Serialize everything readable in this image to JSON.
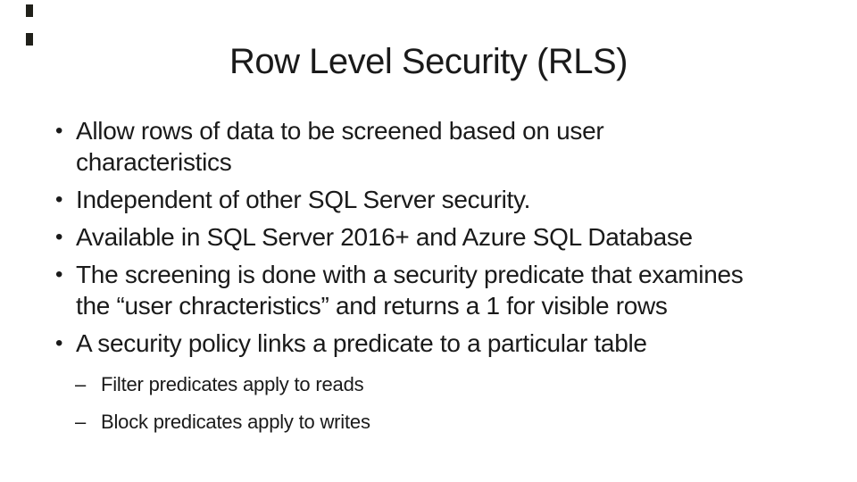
{
  "slide": {
    "title": "Row Level Security (RLS)",
    "bullet_marker": "•",
    "sub_bullet_marker": "–",
    "bullets": [
      {
        "lines": [
          "Allow rows of data to be screened based on user",
          "characteristics"
        ]
      },
      {
        "lines": [
          "Independent of other SQL Server security."
        ]
      },
      {
        "lines": [
          "Available in SQL Server 2016+ and Azure SQL Database"
        ]
      },
      {
        "lines": [
          "The screening is done with a security predicate that examines",
          "the “user chracteristics” and returns a 1 for visible rows"
        ]
      },
      {
        "lines": [
          "A security policy links a predicate to a particular table"
        ]
      }
    ],
    "sub_bullets": [
      {
        "text": "Filter predicates apply to reads"
      },
      {
        "text": "Block predicates apply to writes"
      }
    ],
    "colors": {
      "background": "#ffffff",
      "text": "#1a1a1a",
      "edge_artifact": "#20201a"
    }
  }
}
